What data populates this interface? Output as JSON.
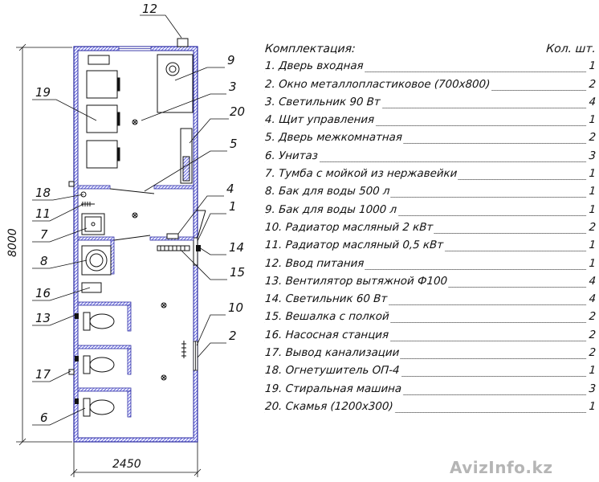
{
  "spec_table": {
    "header_name": "Комплектация:",
    "header_qty": "Кол. шт.",
    "items": [
      {
        "name": "1. Дверь входная",
        "qty": "1"
      },
      {
        "name": "2. Окно металлопластиковое (700х800)",
        "qty": "2"
      },
      {
        "name": "3. Светильник 90 Вт",
        "qty": "4"
      },
      {
        "name": "4. Щит управления",
        "qty": "1"
      },
      {
        "name": "5. Дверь межкомнатная",
        "qty": "2"
      },
      {
        "name": "6. Унитаз",
        "qty": "3"
      },
      {
        "name": "7. Тумба с мойкой из нержавейки",
        "qty": "1"
      },
      {
        "name": "8. Бак для воды 500 л",
        "qty": "1"
      },
      {
        "name": "9. Бак для воды 1000 л",
        "qty": "1"
      },
      {
        "name": "10. Радиатор масляный 2 кВт",
        "qty": "2"
      },
      {
        "name": "11. Радиатор масляный 0,5 кВт",
        "qty": "1"
      },
      {
        "name": "12. Ввод питания",
        "qty": "1"
      },
      {
        "name": "13. Вентилятор вытяжной Ф100",
        "qty": "4"
      },
      {
        "name": "14. Светильник 60 Вт",
        "qty": "4"
      },
      {
        "name": "15. Вешалка с полкой",
        "qty": "2"
      },
      {
        "name": "16. Насосная станция",
        "qty": "2"
      },
      {
        "name": "17. Вывод канализации",
        "qty": "2"
      },
      {
        "name": "18. Огнетушитель ОП-4",
        "qty": "1"
      },
      {
        "name": "19. Стиральная машина",
        "qty": "3"
      },
      {
        "name": "20. Скамья (1200х300)",
        "qty": "1"
      }
    ]
  },
  "dimensions": {
    "height": "8000",
    "width": "2450"
  },
  "callouts": [
    "12",
    "9",
    "3",
    "19",
    "20",
    "5",
    "18",
    "4",
    "11",
    "1",
    "7",
    "14",
    "8",
    "15",
    "16",
    "13",
    "10",
    "2",
    "17",
    "6"
  ],
  "watermark": "AvizInfo.kz",
  "colors": {
    "wall_outline": "#2a2aa0",
    "wall_hatch": "#5a5ad8",
    "ink": "#111111"
  }
}
